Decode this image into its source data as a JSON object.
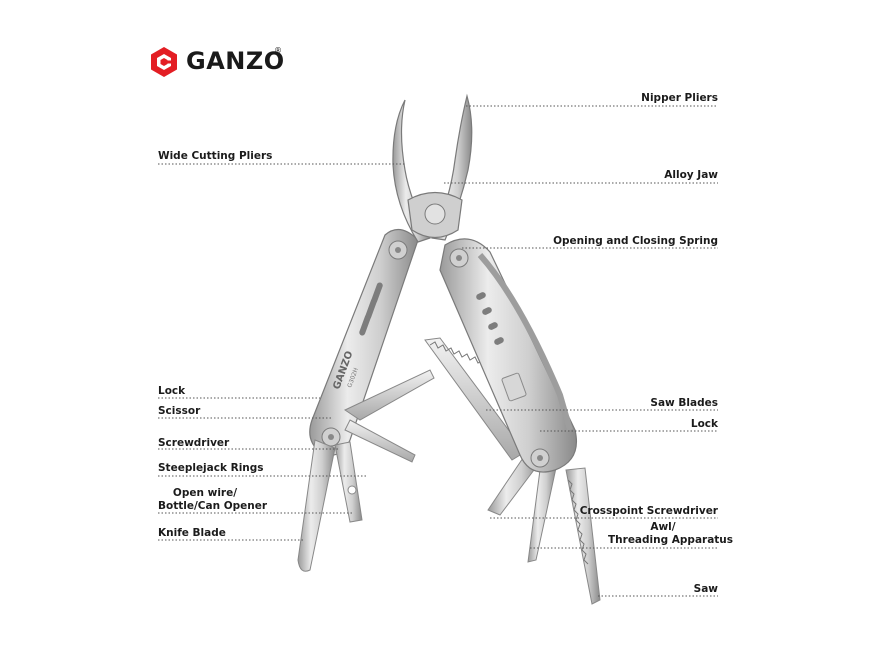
{
  "brand": {
    "name": "GANZO",
    "registered": "®",
    "logo_color": "#e31e24"
  },
  "tool_engraving": {
    "brand": "GANZO",
    "model": "G302H"
  },
  "labels": {
    "nipper_pliers": "Nipper Pliers",
    "wide_cutting_pliers": "Wide Cutting Pliers",
    "alloy_jaw": "Alloy Jaw",
    "opening_closing_spring": "Opening and Closing Spring",
    "lock_left": "Lock",
    "scissor": "Scissor",
    "screwdriver": "Screwdriver",
    "steeplejack_rings": "Steeplejack Rings",
    "open_wire_1": "Open wire/",
    "open_wire_2": "Bottle/Can Opener",
    "knife_blade": "Knife Blade",
    "saw_blades": "Saw Blades",
    "lock_right": "Lock",
    "crosspoint_screwdriver": "Crosspoint Screwdriver",
    "awl_1": "Awl/",
    "awl_2": "Threading Apparatus",
    "saw": "Saw"
  },
  "colors": {
    "steel_light": "#e6e6e6",
    "steel_mid": "#bdbdbd",
    "steel_dark": "#8a8a8a",
    "leader_line": "#555555"
  }
}
